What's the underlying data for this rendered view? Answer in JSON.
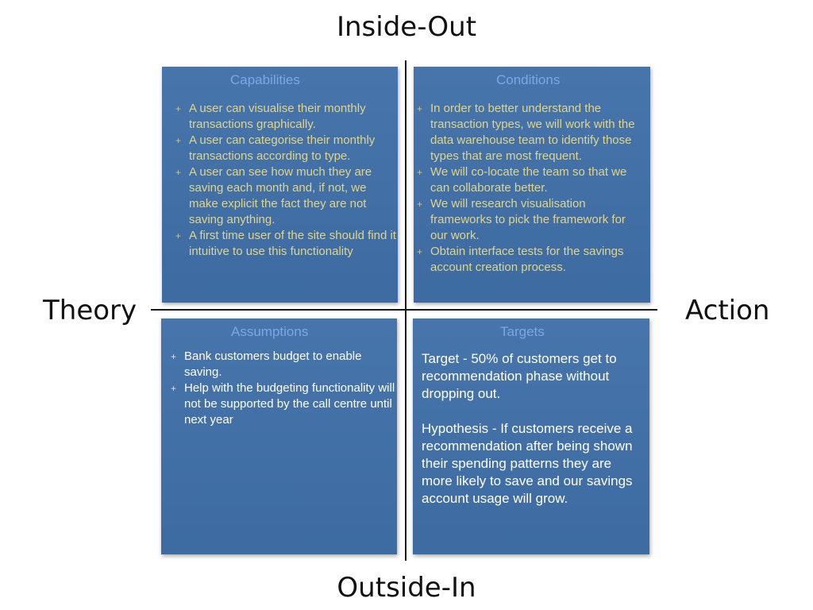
{
  "axes": {
    "top": "Inside-Out",
    "bottom": "Outside-In",
    "left": "Theory",
    "right": "Action"
  },
  "colors": {
    "quadrant_fill": "#3f6fa8",
    "title_text": "#7fa6e6",
    "bullet_text_yellow": "#e0d58a",
    "body_text_white": "#ffffff"
  },
  "bullet_glyph": "+",
  "capabilities": {
    "title": "Capabilities",
    "items": [
      "A user can visualise their monthly transactions graphically.",
      "A user can categorise their monthly transactions according to type.",
      "A user can see how much they are saving each month and, if not, we make explicit the fact they are not saving anything.",
      "A first time user of the site should find it intuitive to use this functionality"
    ]
  },
  "conditions": {
    "title": "Conditions",
    "items": [
      "In order to better understand the transaction types, we will work with the data warehouse team to identify those types that are most frequent.",
      "We will co-locate the team so that we can collaborate better.",
      "We will research visualisation frameworks to pick the framework for our work.",
      "Obtain interface tests for the savings account creation process."
    ]
  },
  "assumptions": {
    "title": "Assumptions",
    "items": [
      "Bank customers budget to enable saving.",
      "Help with the budgeting functionality will not be supported by the call centre until next year"
    ]
  },
  "targets": {
    "title": "Targets",
    "paragraphs": [
      "Target - 50% of customers get to recommendation phase without dropping out.",
      "Hypothesis - If customers receive a recommendation after being shown their spending patterns they are more likely to save and our savings account usage will grow."
    ]
  }
}
